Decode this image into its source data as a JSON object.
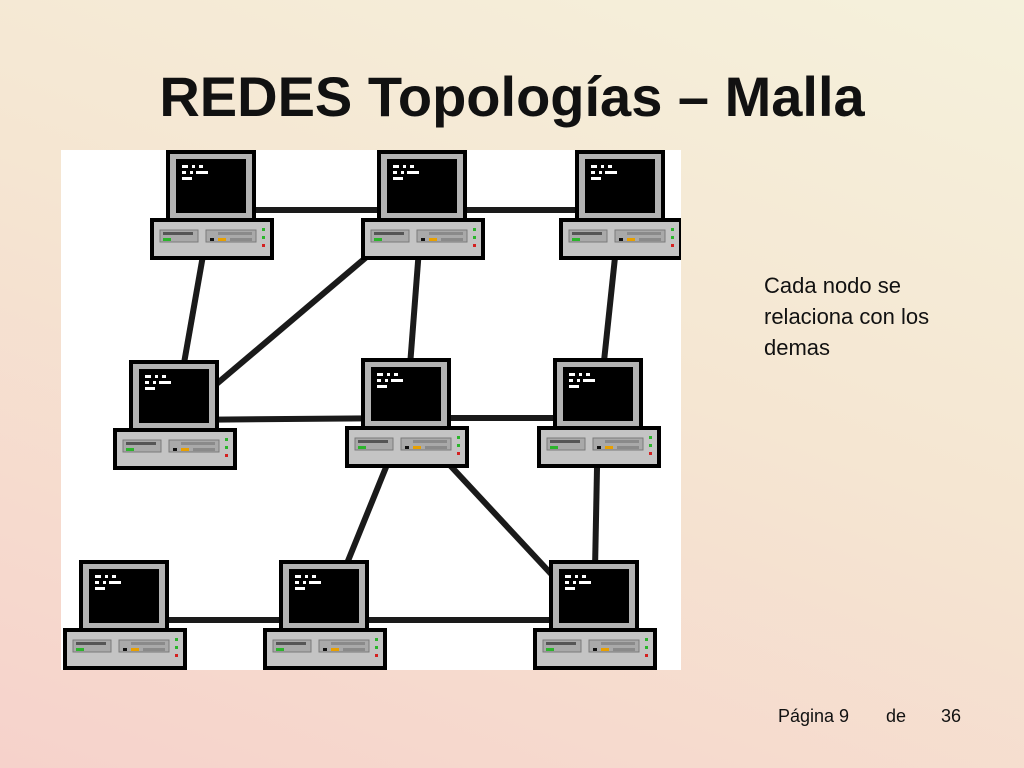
{
  "slide": {
    "title": "REDES Topologías – Malla",
    "caption": "Cada nodo se relaciona con los demas",
    "footer": {
      "page_label": "Página 9",
      "of_label": "de",
      "total": "36"
    }
  },
  "diagram": {
    "node_icon": "desktop-computer-icon",
    "nodes": [
      {
        "id": "n1"
      },
      {
        "id": "n2"
      },
      {
        "id": "n3"
      },
      {
        "id": "n4"
      },
      {
        "id": "n5"
      },
      {
        "id": "n6"
      },
      {
        "id": "n7"
      },
      {
        "id": "n8"
      },
      {
        "id": "n9"
      }
    ],
    "links": [
      [
        "n1",
        "n2"
      ],
      [
        "n2",
        "n3"
      ],
      [
        "n1",
        "n4"
      ],
      [
        "n2",
        "n4"
      ],
      [
        "n2",
        "n5"
      ],
      [
        "n3",
        "n6"
      ],
      [
        "n4",
        "n5"
      ],
      [
        "n5",
        "n6"
      ],
      [
        "n5",
        "n8"
      ],
      [
        "n5",
        "n9"
      ],
      [
        "n6",
        "n9"
      ],
      [
        "n7",
        "n8"
      ],
      [
        "n8",
        "n9"
      ]
    ],
    "colors": {
      "screen": "#000000",
      "bezel": "#b3b3b3",
      "case": "#c4c4c4",
      "outline": "#000000",
      "cable": "#1a1a1a",
      "led_green": "#2bb52b",
      "led_red": "#d42020",
      "led_orange": "#e8a000"
    }
  }
}
